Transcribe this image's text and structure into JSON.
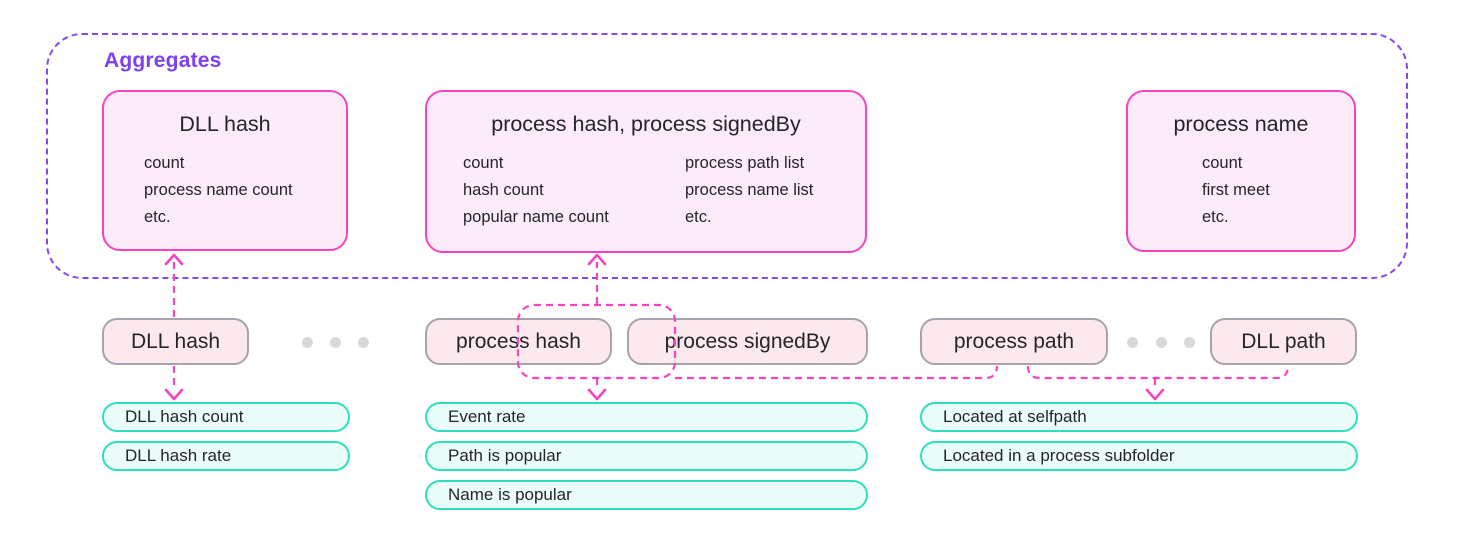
{
  "colors": {
    "purple_outline": "#8449f2",
    "purple_label": "#7d40f2",
    "magenta_border": "#f743c0",
    "pink_box_fill": "#fcebf9",
    "pill_fill": "#fbe9ee",
    "pill_border": "#a7a2ab",
    "teal_border": "#2edfbe",
    "teal_fill": "#ebfdf8",
    "text": "#26242b",
    "dot_gray": "#d9d8db"
  },
  "aggregates": {
    "label": "Aggregates",
    "boxes": [
      {
        "title": "DLL hash",
        "items": [
          "count",
          "process name count",
          "etc."
        ]
      },
      {
        "title": "process hash, process signedBy",
        "items_left": [
          "count",
          "hash count",
          "popular name count"
        ],
        "items_right": [
          "process path list",
          "process name list",
          "etc."
        ]
      },
      {
        "title": "process name",
        "items": [
          "count",
          "first meet",
          "etc."
        ]
      }
    ]
  },
  "field_row": {
    "pills": [
      "DLL hash",
      "process hash",
      "process signedBy",
      "process path",
      "DLL path"
    ]
  },
  "results": {
    "columns": [
      {
        "chips": [
          "DLL hash count",
          "DLL hash rate"
        ]
      },
      {
        "chips": [
          "Event rate",
          "Path is popular",
          "Name is popular"
        ]
      },
      {
        "chips": [
          "Located at selfpath",
          "Located in a process subfolder"
        ]
      }
    ]
  }
}
